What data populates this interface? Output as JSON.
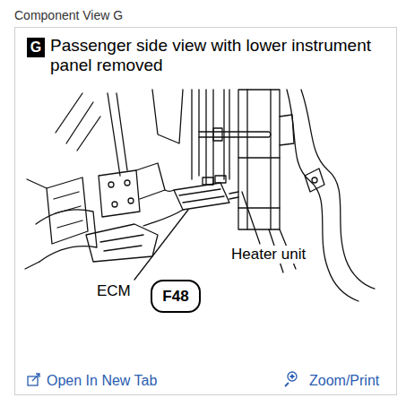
{
  "diagram": {
    "title": "Component View G",
    "nodes": [
      {
        "text": [
          "G"
        ]
      },
      {
        "text": [
          "F48"
        ]
      }
    ],
    "labels": [
      "Passenger side view with lower instrument panel removed",
      "Heater unit",
      "ECM",
      "Open In New Tab",
      "Zoom/Print"
    ]
  }
}
